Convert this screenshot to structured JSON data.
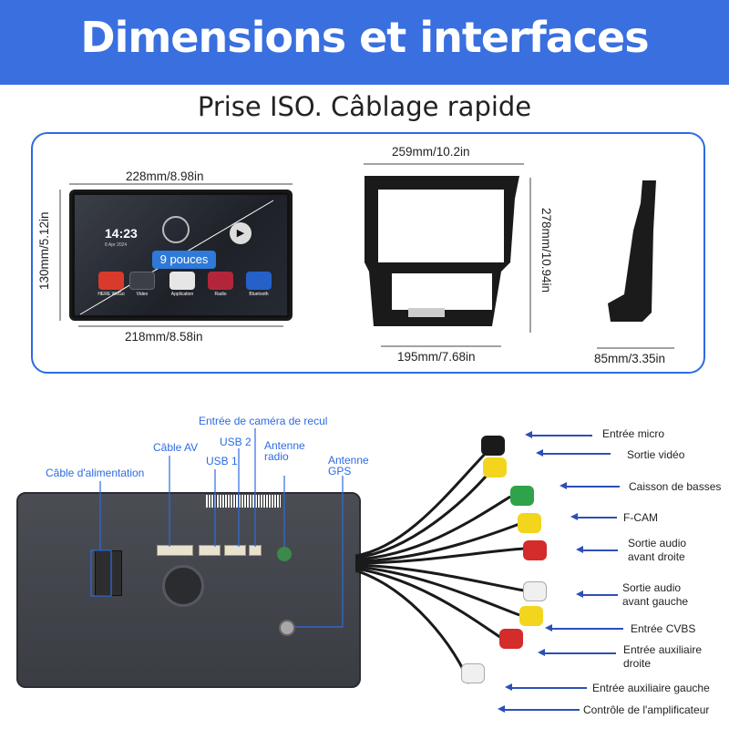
{
  "banner": {
    "title": "Dimensions et interfaces",
    "color": "#3a6fdf"
  },
  "subtitle": "Prise ISO. Câblage rapide",
  "dimensions": {
    "screen_width_top": "228mm/8.98in",
    "screen_height": "130mm/5.12in",
    "screen_width_bottom": "218mm/8.58in",
    "badge": "9 pouces",
    "frame_width_top": "259mm/10.2in",
    "frame_height": "278mm/10.94in",
    "frame_width_bottom": "195mm/7.68in",
    "side_depth": "85mm/3.35in"
  },
  "screen": {
    "clock": "14:23",
    "date": "8 Apr 2024",
    "apps": [
      "HERE WeGo",
      "Video",
      "Application",
      "Radio",
      "Bluetooth"
    ]
  },
  "rear_labels": {
    "power": "Câble d'alimentation",
    "av": "Câble AV",
    "usb1": "USB 1",
    "usb2": "USB 2",
    "camera": "Entrée de caméra de recul",
    "radio1": "Antenne",
    "radio2": "radio",
    "gps1": "Antenne",
    "gps2": "GPS"
  },
  "cable_labels": [
    "Entrée micro",
    "Sortie vidéo",
    "Caisson de basses",
    "F-CAM",
    "Sortie audio\navant droite",
    "Sortie audio\navant gauche",
    "Entrée CVBS",
    "Entrée auxiliaire\ndroite",
    "Entrée auxiliaire gauche",
    "Contrôle de l'amplificateur"
  ],
  "colors": {
    "accent": "#2d6be2",
    "arrow": "#2d4fb8"
  }
}
